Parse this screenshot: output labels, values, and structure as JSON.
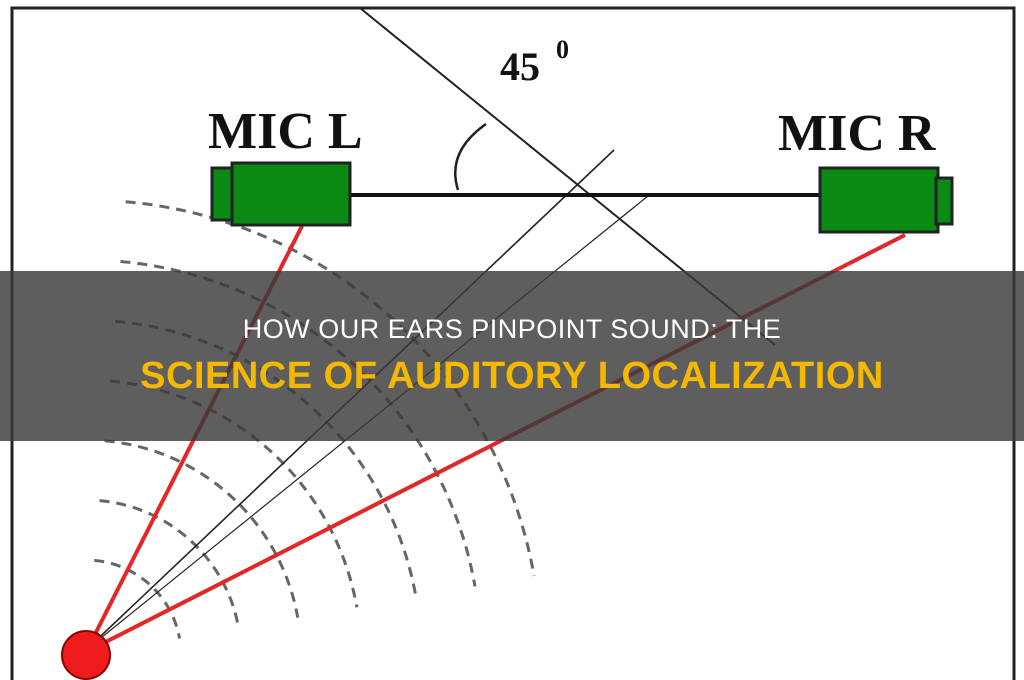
{
  "diagram": {
    "angle_label": "45",
    "angle_degree_mark": "0",
    "mic_left_label": "MIC L",
    "mic_right_label": "MIC R"
  },
  "banner": {
    "line1": "HOW OUR EARS PINPOINT SOUND: THE",
    "line2": "SCIENCE OF AUDITORY LOCALIZATION"
  },
  "colors": {
    "mic_green": "#0a8a12",
    "source_red": "#ee1c1c",
    "path_red": "#e32626",
    "banner_title_accent": "#f5b800"
  }
}
